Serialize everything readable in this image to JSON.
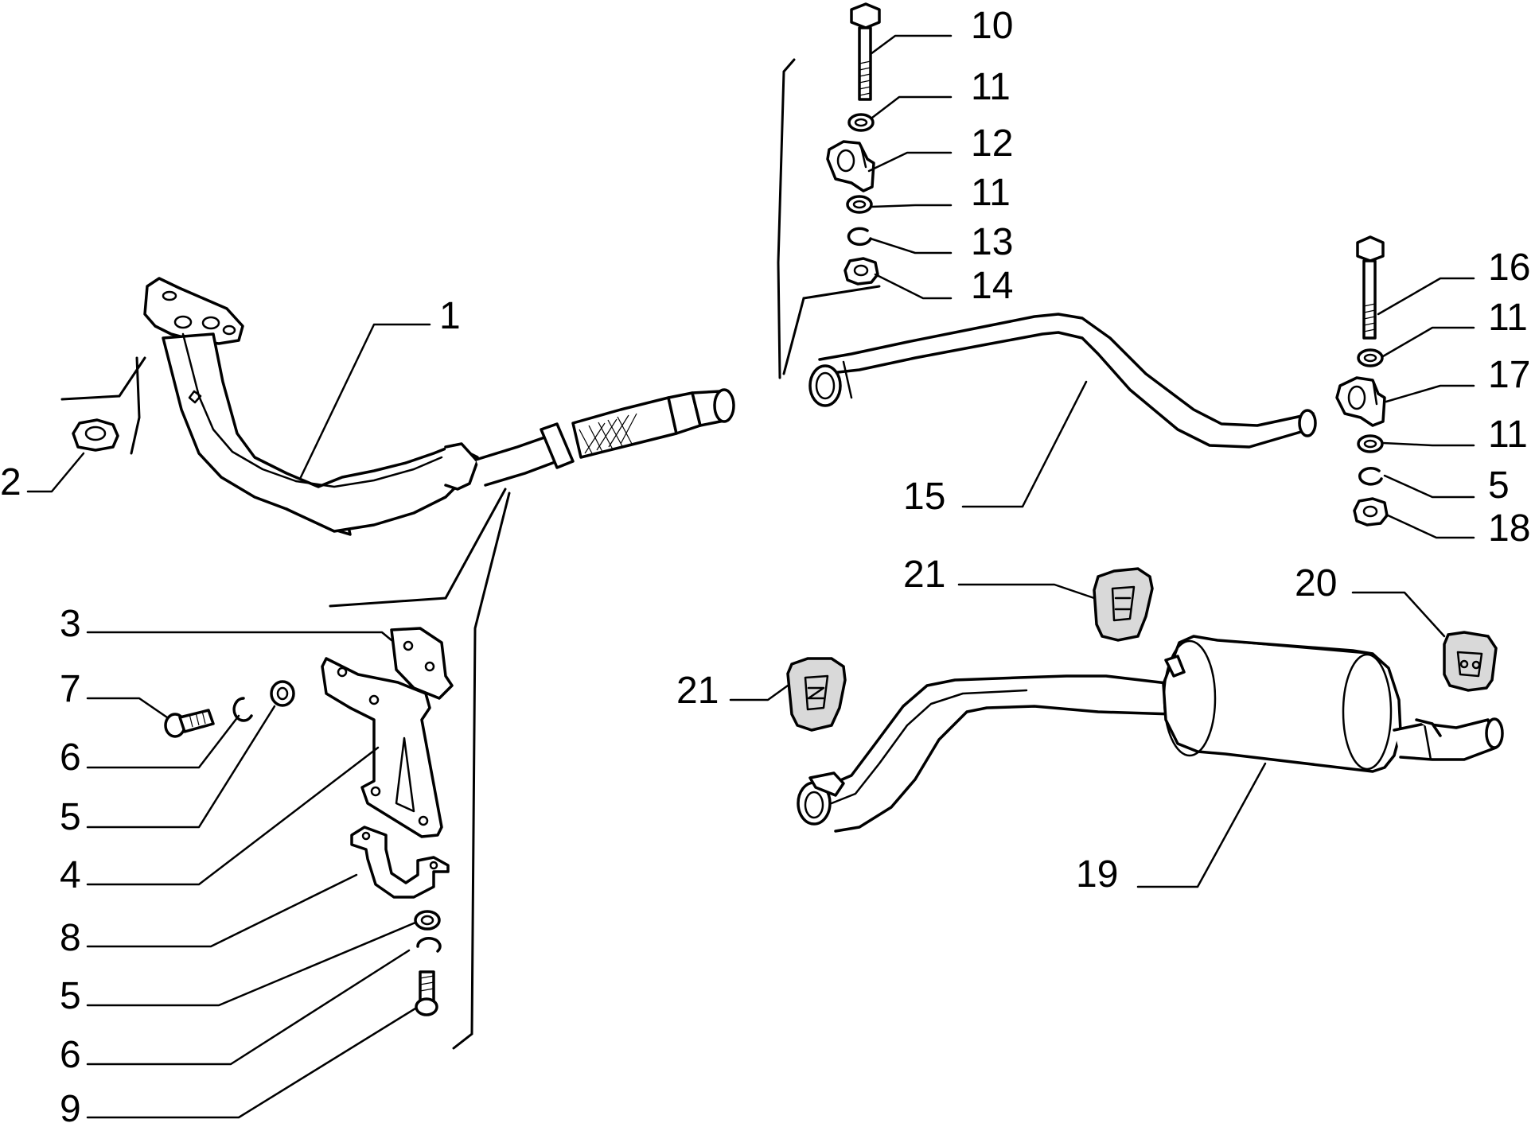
{
  "diagram": {
    "callouts": {
      "c1": "1",
      "c2": "2",
      "c3": "3",
      "c4": "4",
      "c5a": "5",
      "c5b": "5",
      "c5c": "5",
      "c6a": "6",
      "c6b": "6",
      "c7": "7",
      "c8": "8",
      "c9": "9",
      "c10": "10",
      "c11a": "11",
      "c11b": "11",
      "c11c": "11",
      "c11d": "11",
      "c12": "12",
      "c13": "13",
      "c14": "14",
      "c15": "15",
      "c16": "16",
      "c17": "17",
      "c18": "18",
      "c19": "19",
      "c20": "20",
      "c21a": "21",
      "c21b": "21"
    }
  }
}
